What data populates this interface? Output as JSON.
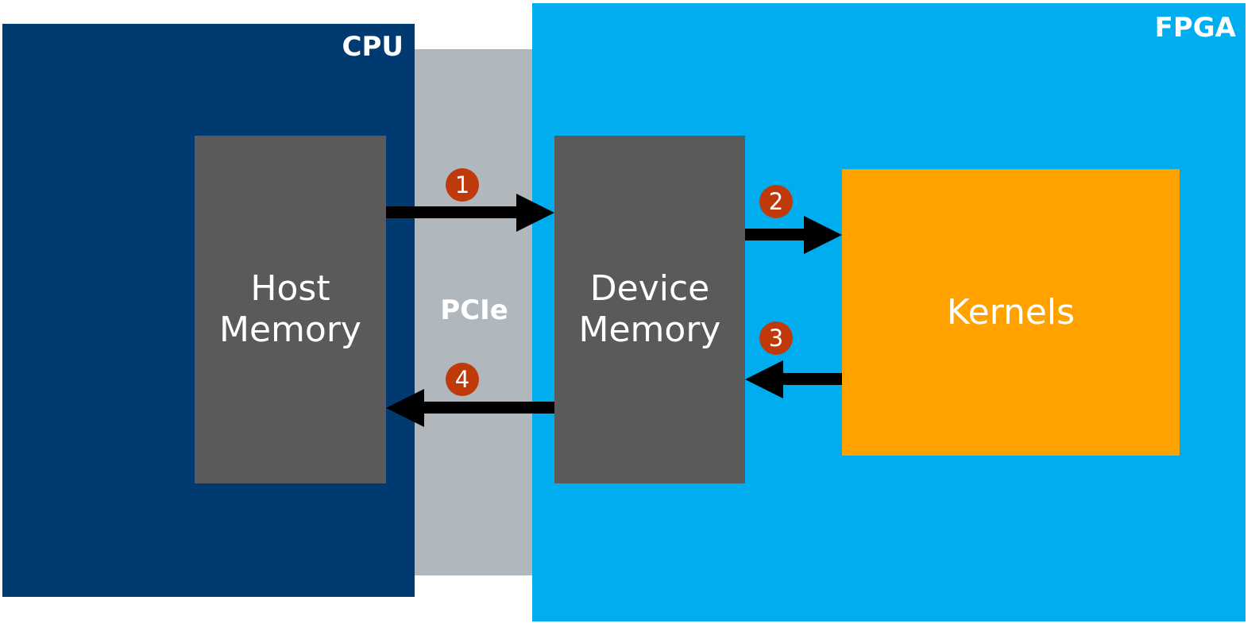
{
  "regions": {
    "cpu": {
      "label": "CPU",
      "color": "#003a70"
    },
    "pcie": {
      "label": "PCIe",
      "color": "#b0b8be"
    },
    "fpga": {
      "label": "FPGA",
      "color": "#00aeef"
    }
  },
  "blocks": {
    "host_memory": {
      "line1": "Host",
      "line2": "Memory",
      "color": "#5a5a5a"
    },
    "device_memory": {
      "line1": "Device",
      "line2": "Memory",
      "color": "#5a5a5a"
    },
    "kernels": {
      "label": "Kernels",
      "color": "#ffa200"
    }
  },
  "steps": [
    {
      "number": "1",
      "from": "Host Memory",
      "to": "Device Memory"
    },
    {
      "number": "2",
      "from": "Device Memory",
      "to": "Kernels"
    },
    {
      "number": "3",
      "from": "Kernels",
      "to": "Device Memory"
    },
    {
      "number": "4",
      "from": "Device Memory",
      "to": "Host Memory"
    }
  ],
  "colors": {
    "arrow": "#000000",
    "step_badge": "#c0390b"
  }
}
